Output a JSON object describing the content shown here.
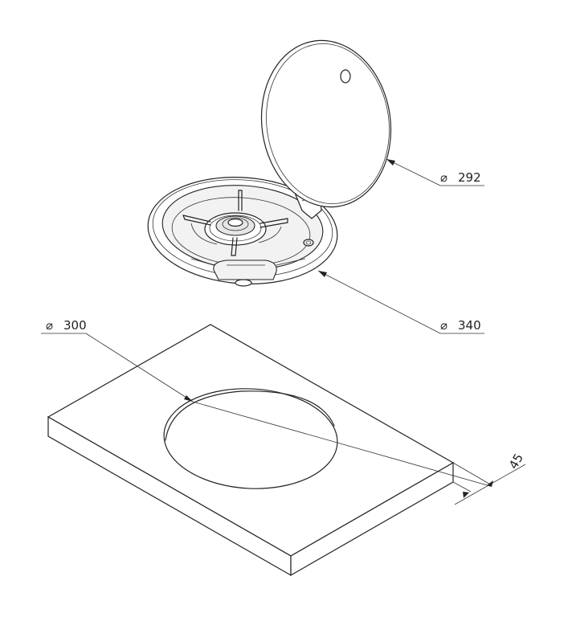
{
  "dimensions": {
    "lid_diameter": "292",
    "hob_diameter": "340",
    "cutout_diameter": "300",
    "worktop_thickness": "45"
  },
  "symbols": {
    "diameter": "⌀"
  },
  "colors": {
    "line": "#222222",
    "background": "#ffffff",
    "fill_light": "#f2f2f2"
  }
}
